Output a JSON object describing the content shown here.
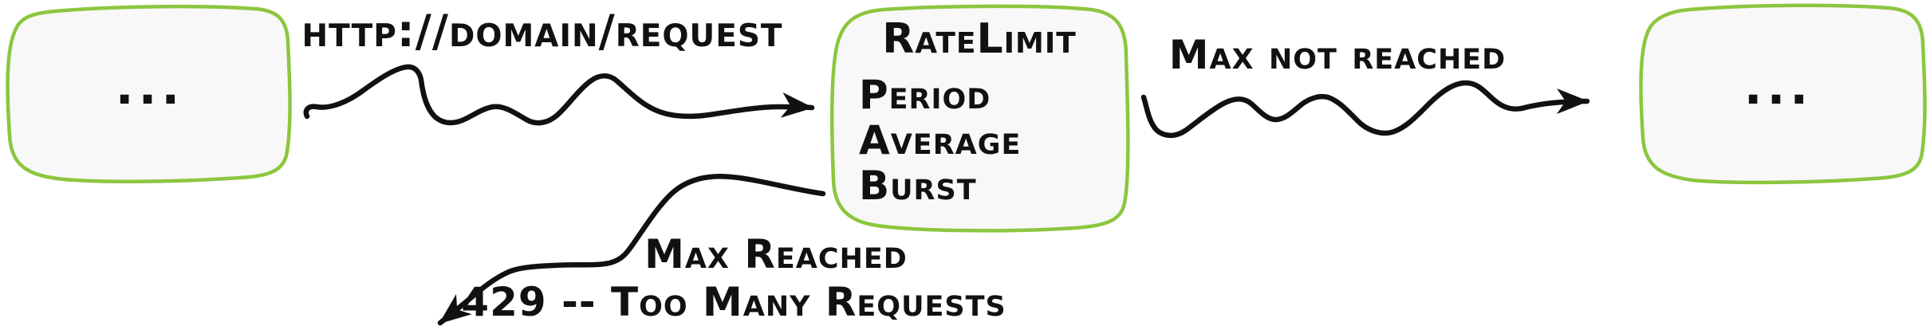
{
  "diagram": {
    "colors": {
      "node_border": "#8cc63f",
      "node_fill": "#f8f8f8",
      "ink": "#111111",
      "background": "#ffffff"
    },
    "nodes": {
      "source": {
        "label": "..."
      },
      "ratelimit": {
        "title": "RateLimit",
        "fields": [
          "Period",
          "Average",
          "Burst"
        ]
      },
      "target": {
        "label": "..."
      }
    },
    "edges": {
      "request": {
        "label": "http://domain/request"
      },
      "max_not_reached": {
        "label": "Max not reached"
      },
      "max_reached": {
        "line1": "Max Reached",
        "line2": "429 -- Too Many Requests"
      }
    }
  }
}
